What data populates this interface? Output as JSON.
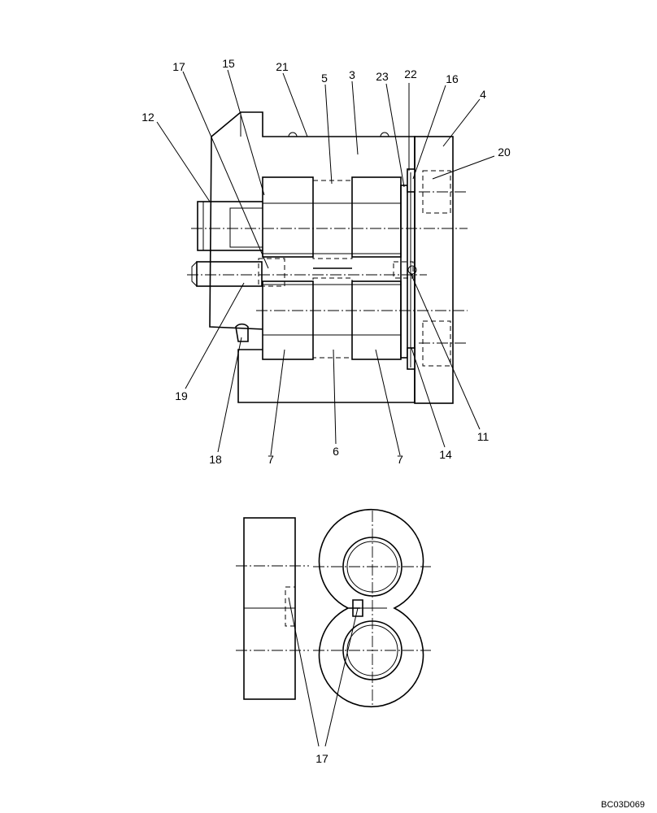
{
  "callouts": {
    "c3": "3",
    "c4": "4",
    "c5": "5",
    "c6": "6",
    "c7a": "7",
    "c7b": "7",
    "c11": "11",
    "c12": "12",
    "c14": "14",
    "c15": "15",
    "c16": "16",
    "c17a": "17",
    "c17b": "17",
    "c18": "18",
    "c19": "19",
    "c20": "20",
    "c21": "21",
    "c22": "22",
    "c23": "23"
  },
  "drawing_code": "BC03D069"
}
